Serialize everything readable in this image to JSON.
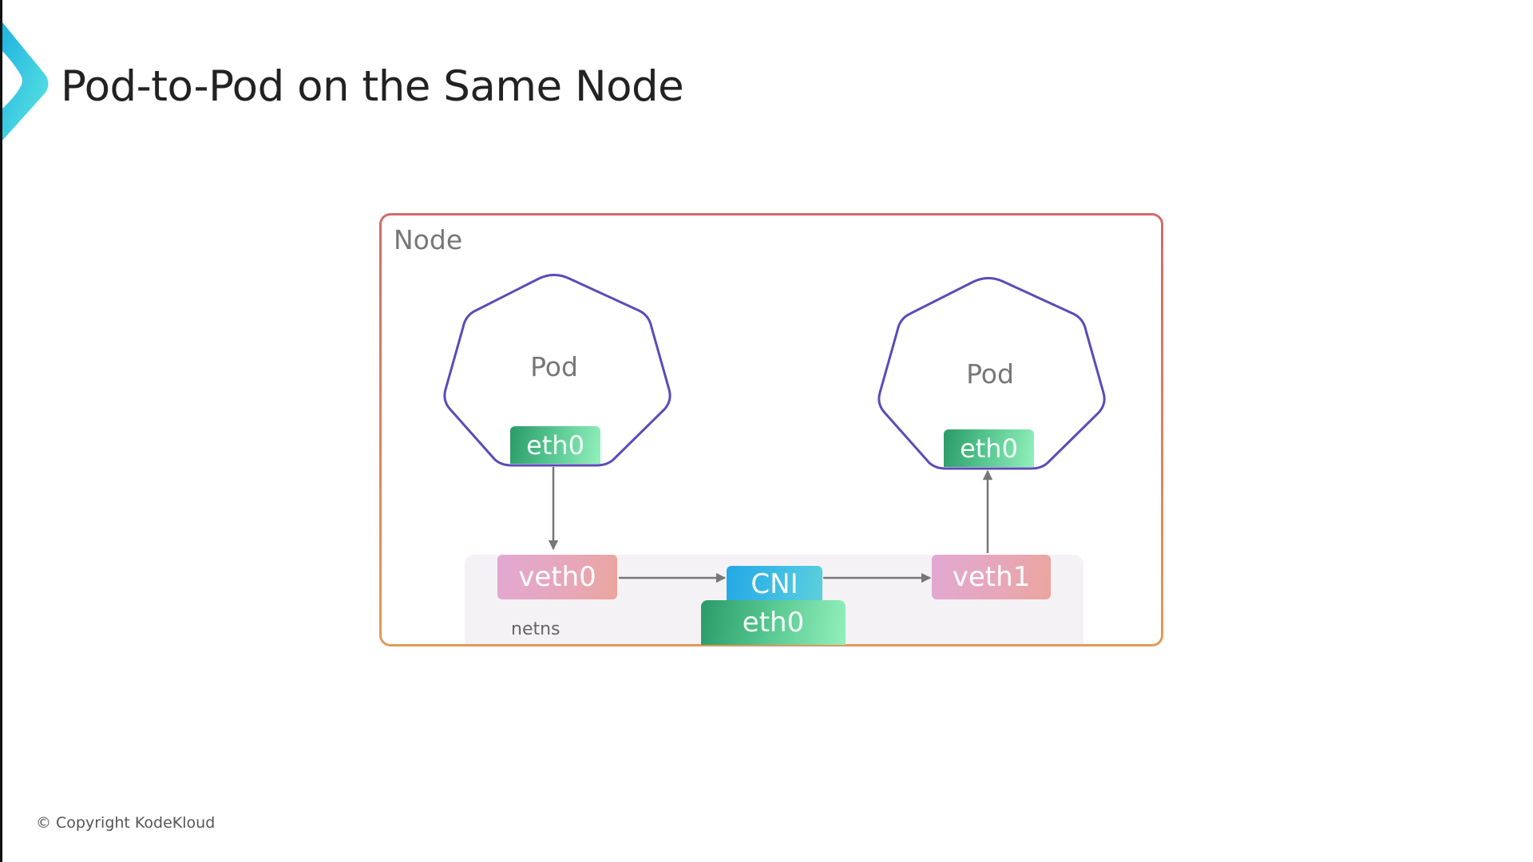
{
  "slide": {
    "title": "Pod-to-Pod on the Same Node",
    "copyright": "© Copyright KodeKloud",
    "logo_icon": "chevron-right-icon"
  },
  "diagram": {
    "node": {
      "label": "Node"
    },
    "pods": [
      {
        "label": "Pod",
        "interface": "eth0"
      },
      {
        "label": "Pod",
        "interface": "eth0"
      }
    ],
    "netns": {
      "label": "netns",
      "veth_left": "veth0",
      "veth_right": "veth1",
      "cni": "CNI",
      "host_interface": "eth0"
    },
    "flow": [
      "Pod eth0",
      "veth0",
      "CNI",
      "veth1",
      "Pod eth0"
    ]
  },
  "colors": {
    "pod_outline": "#5a4bb8",
    "node_border_top": "#cf6b6b",
    "node_border_bottom": "#e19a58",
    "arrow": "#777777",
    "logo_gradient_start": "#1fb3e0",
    "logo_gradient_end": "#5ee3e0"
  }
}
